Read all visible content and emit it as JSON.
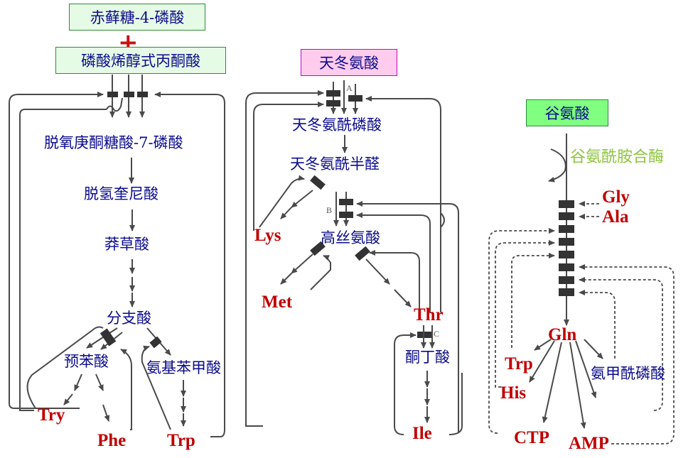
{
  "left_pathway": {
    "substrate_1": "赤藓糖-4-磷酸",
    "plus_sign": "+",
    "substrate_2": "磷酸烯醇式丙酮酸",
    "intermediates": [
      "脱氧庚酮糖酸-7-磷酸",
      "脱氢奎尼酸",
      "莽草酸",
      "分支酸",
      "预苯酸",
      "氨基苯甲酸"
    ],
    "products": [
      "Try",
      "Phe",
      "Trp"
    ]
  },
  "middle_pathway": {
    "substrate": "天冬氨酸",
    "intermediates": [
      "天冬氨酰磷酸",
      "天冬氨酰半醛",
      "高丝氨酸",
      "酮丁酸"
    ],
    "products": [
      "Lys",
      "Met",
      "Thr",
      "Ile"
    ],
    "enzyme_markers": [
      "A",
      "B",
      "C"
    ]
  },
  "right_pathway": {
    "substrate": "谷氨酸",
    "enzyme": "谷氨酰胺合酶",
    "inhibitors": [
      "Gly",
      "Ala"
    ],
    "product": "Gln",
    "downstream": [
      "Trp",
      "His",
      "CTP",
      "AMP",
      "氨甲酰磷酸"
    ]
  },
  "colors": {
    "text_blue": "#0b0b8c",
    "text_red": "#c00000",
    "enzyme_green": "#8dc63f",
    "line_gray": "#4a4a4a",
    "box_green": "#80ff80",
    "box_pink": "#ffccee"
  }
}
